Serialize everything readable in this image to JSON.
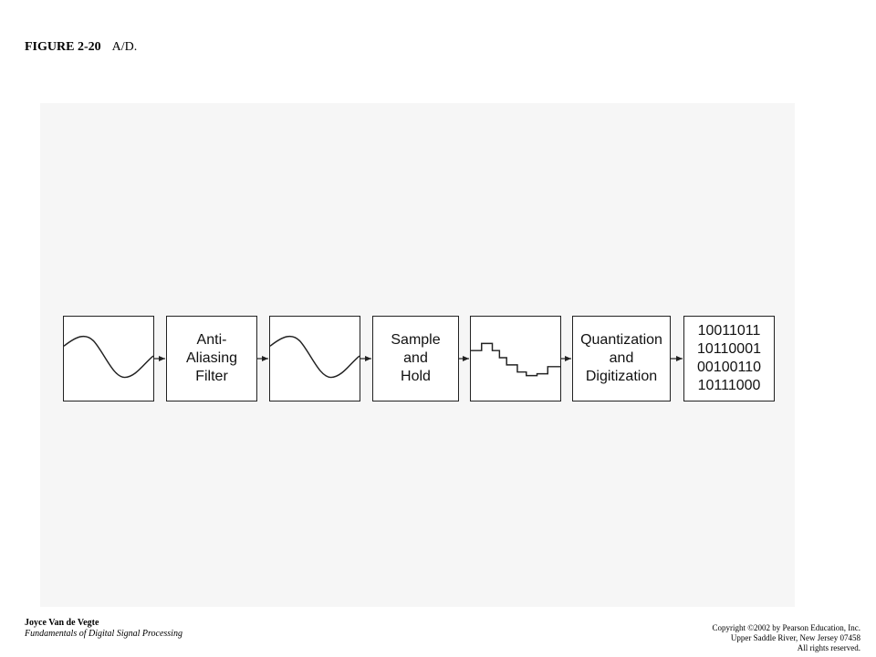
{
  "figure": {
    "number": "FIGURE 2-20",
    "title": "A/D."
  },
  "blocks": {
    "analog_input": {
      "icon": "sine-wave-icon"
    },
    "filter": {
      "label": "Anti-\nAliasing\nFilter"
    },
    "filtered_signal": {
      "icon": "sine-wave-icon"
    },
    "sample_hold": {
      "label": "Sample\nand\nHold"
    },
    "staircase_signal": {
      "icon": "staircase-signal-icon"
    },
    "quantization": {
      "label": "Quantization\nand\nDigitization"
    },
    "binary_output": {
      "lines": [
        "10011011",
        "10110001",
        "00100110",
        "10111000"
      ]
    }
  },
  "footer": {
    "author": "Joyce Van de Vegte",
    "book": "Fundamentals of Digital Signal Processing",
    "copyright": "Copyright ©2002 by Pearson Education, Inc.",
    "publisher_address": "Upper Saddle River, New Jersey 07458",
    "rights": "All rights reserved."
  }
}
